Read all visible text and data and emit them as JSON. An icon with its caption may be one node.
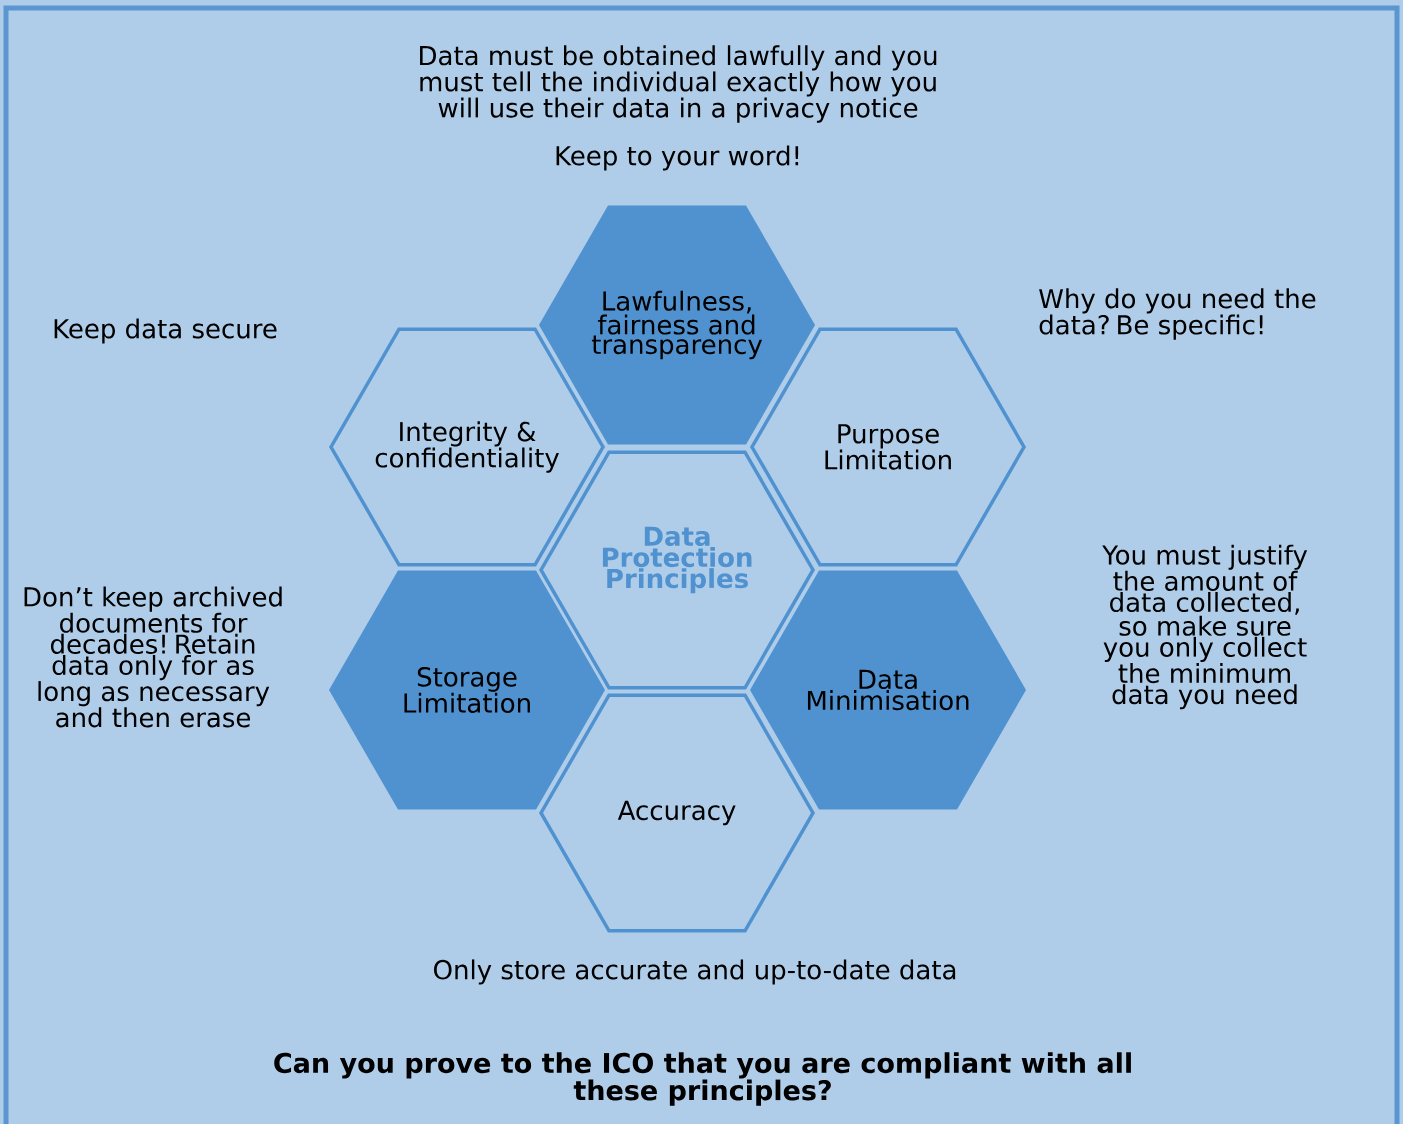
{
  "diagram": {
    "caption": "Can you prove to the ICO that you are compliant with all these principles?",
    "nodes": [
      {
        "text": [
          "Lawfulness, fairness and transparency"
        ],
        "beside": [
          "Data must be obtained lawfully and you must tell the individual exactly how you will use their data in a privacy notice",
          "Keep to your word!"
        ]
      },
      {
        "text": [
          "Integrity & confidentiality"
        ],
        "beside": [
          "Keep data secure"
        ]
      },
      {
        "text": [
          "Purpose Limitation"
        ],
        "beside": [
          "Why do you need the data? Be specific!"
        ]
      },
      {
        "text": [
          "Data Protection Principles"
        ]
      },
      {
        "text": [
          "Storage Limitation"
        ],
        "beside": [
          "Don’t keep archived documents for decades! Retain data only for as long as necessary and then erase"
        ]
      },
      {
        "text": [
          "Data Minimisation"
        ],
        "beside": [
          "You must justify the amount of data collected, so make sure you only collect the minimum data you need"
        ]
      },
      {
        "text": [
          "Accuracy"
        ],
        "beside": [
          "Only store accurate and up-to-date data"
        ]
      }
    ]
  }
}
